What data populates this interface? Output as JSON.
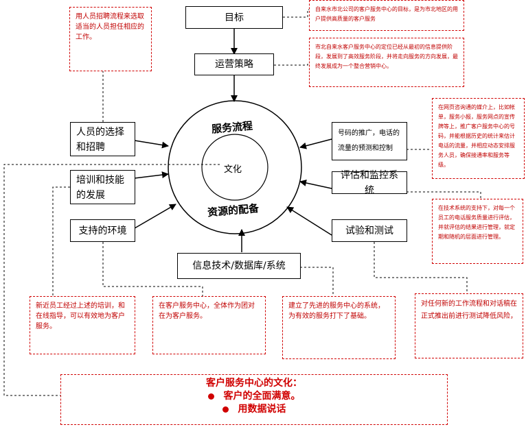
{
  "goal": "目标",
  "strategy": "运营策略",
  "ring": {
    "top": "服务流程",
    "bottom": "资源的配备",
    "center": "文化"
  },
  "left_boxes": {
    "selection": "人员的选择和招聘",
    "training": "培训和技能的发展",
    "environment": "支持的环境"
  },
  "right_boxes": {
    "forecast": "号码的推广，电话的流量的预测和控制",
    "evaluation": "评估和监控系统",
    "testing": "试验和测试"
  },
  "bottom_box": "信息技术/数据库/系统",
  "notes": {
    "goal_note": "自来水市北公司的客户服务中心的目标，是为市北地区的用户提供高质量的客户服务",
    "strategy_note": "市北自来水客户服务中心的定位已经从最初的信息提供阶段，发展到了高效服务阶段，并将走向服务的方向发展，最终发展成为一个整合营销中心。",
    "recruit_note": "用人员招聘流程来选取适当的人员担任相应的工作。",
    "promo_note": "在网页咨询通的媒介上，比如帐单，服务小报，服务网点的宣传牌等上，推广客户服务中心的号码，并能根据历史的统计来估计电话的流量，并相应动态安排服务人员，确保接通率和服务等级。",
    "monitor_note": "在技术系统的支持下，对每一个员工的电话服务质量进行评估，并就评估的结果进行管理，就定期和随机的层面进行管理。",
    "train_note": "新近员工经过上述的培训，和在线指导，可以有效地为客户服务。",
    "env_note": "在客户服务中心，全体作为团对在为客户服务。",
    "tech_note": "建立了先进的服务中心的系统，为有效的服务打下了基础。",
    "test_note": "对任何新的工作流程和对话稿在正式推出前进行测试降低风险，"
  },
  "culture": {
    "title": "客户服务中心的文化：",
    "items": [
      "客户的全面满意。",
      "用数据说话"
    ]
  },
  "colors": {
    "note_border": "#d00000",
    "note_text": "#c00000",
    "line": "#000000"
  }
}
